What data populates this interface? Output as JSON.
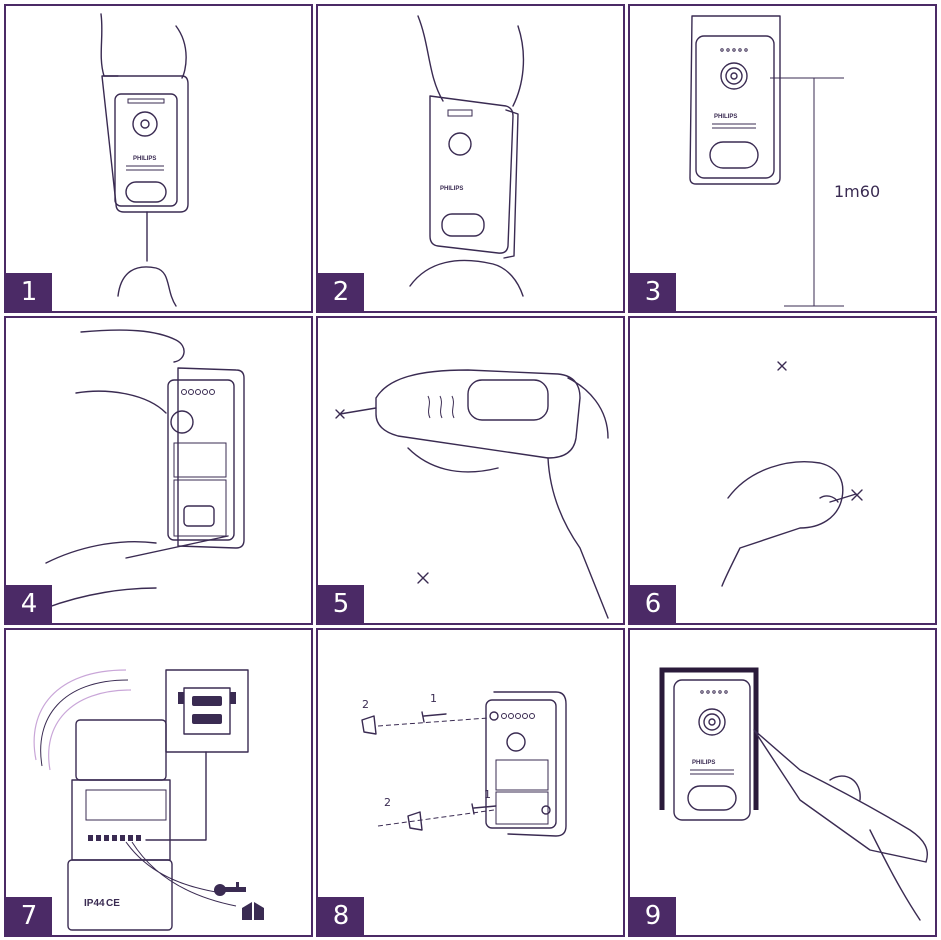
{
  "steps": [
    {
      "number": "1"
    },
    {
      "number": "2"
    },
    {
      "number": "3"
    },
    {
      "number": "4"
    },
    {
      "number": "5"
    },
    {
      "number": "6"
    },
    {
      "number": "7"
    },
    {
      "number": "8"
    },
    {
      "number": "9"
    }
  ],
  "brand": "PHILIPS",
  "mounting_height": "1m60",
  "callouts": {
    "screw": "1",
    "plug": "2"
  },
  "rating": "IP44",
  "ce_mark": "CE",
  "colors": {
    "frame": "#4b2a66",
    "line": "#3a2b52",
    "wire": "#c9a6d8"
  },
  "icons": [
    "hand-icon",
    "screwdriver-icon",
    "drill-icon",
    "pencil-icon",
    "screw-icon",
    "wall-plug-icon",
    "key-icon",
    "gate-icon",
    "silicone-gun-icon"
  ]
}
